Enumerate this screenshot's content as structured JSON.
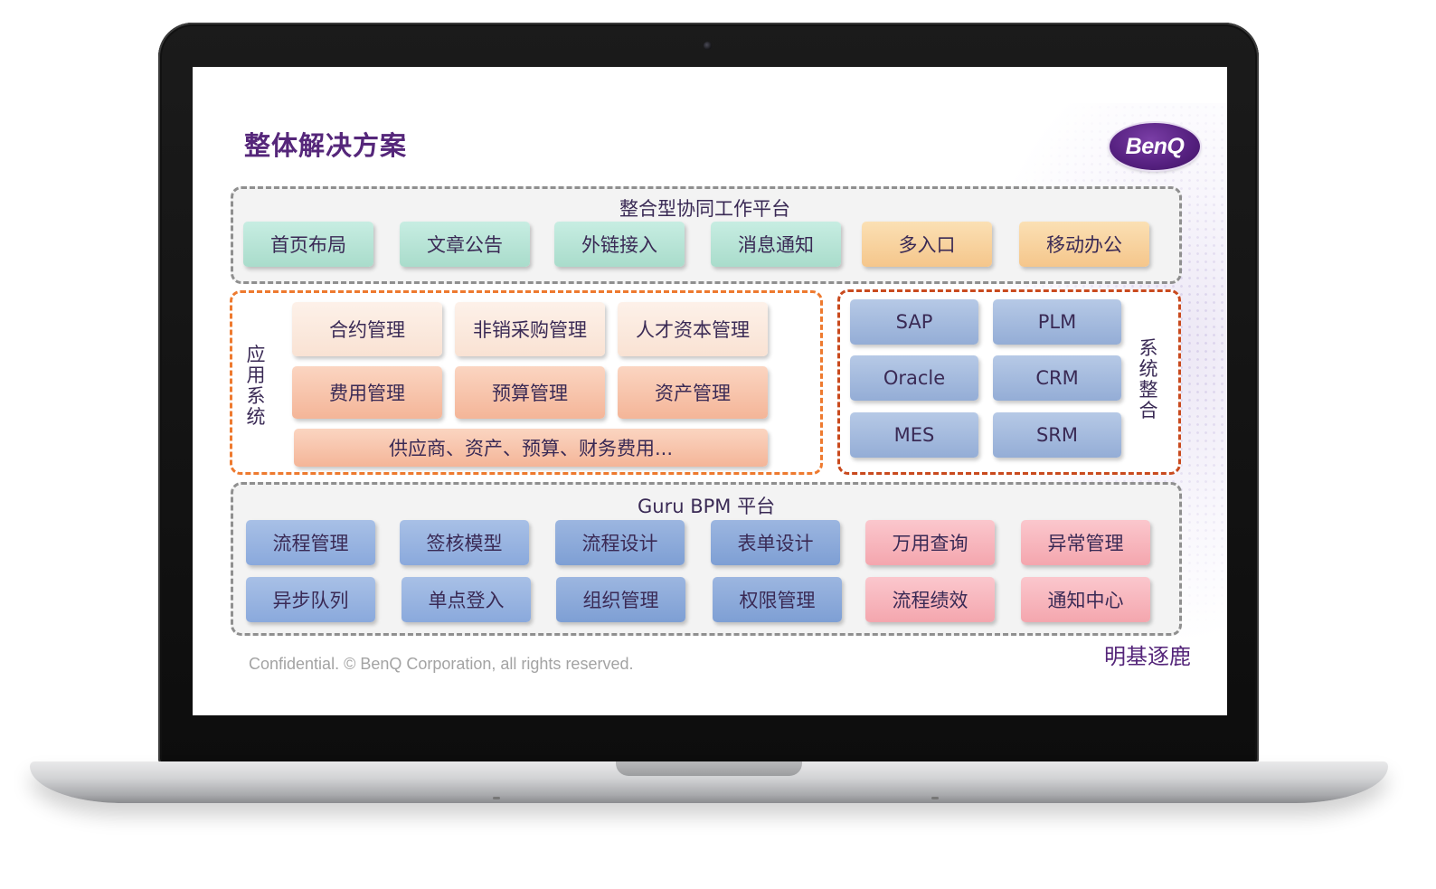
{
  "title": "整体解决方案",
  "logo": {
    "text": "BenQ"
  },
  "collab": {
    "label": "整合型协同工作平台",
    "items": [
      "首页布局",
      "文章公告",
      "外链接入",
      "消息通知",
      "多入口",
      "移动办公"
    ]
  },
  "apps": {
    "label": "应用系统",
    "row1": [
      "合约管理",
      "非销采购管理",
      "人才资本管理"
    ],
    "row2": [
      "费用管理",
      "预算管理",
      "资产管理"
    ],
    "row3": "供应商、资产、预算、财务费用..."
  },
  "integration": {
    "label": "系统整合",
    "items": [
      "SAP",
      "PLM",
      "Oracle",
      "CRM",
      "MES",
      "SRM"
    ]
  },
  "bpm": {
    "label": "Guru BPM 平台",
    "row1": [
      "流程管理",
      "签核模型",
      "流程设计",
      "表单设计",
      "万用查询",
      "异常管理"
    ],
    "row2": [
      "异步队列",
      "单点登入",
      "组织管理",
      "权限管理",
      "流程绩效",
      "通知中心"
    ]
  },
  "footer": {
    "confidential": "Confidential.  © BenQ Corporation, all rights reserved.",
    "brand": "明基逐鹿"
  },
  "colors": {
    "title": "#55267a",
    "mint": "#b7e3d5",
    "peach": "#f8d2a0",
    "salmon": "#f6c2a8",
    "steel_blue": "#a3bbe0",
    "pink": "#f8b6bd",
    "orange_dash": "#ee7a2f",
    "gray_dash": "#8f8f8f"
  }
}
